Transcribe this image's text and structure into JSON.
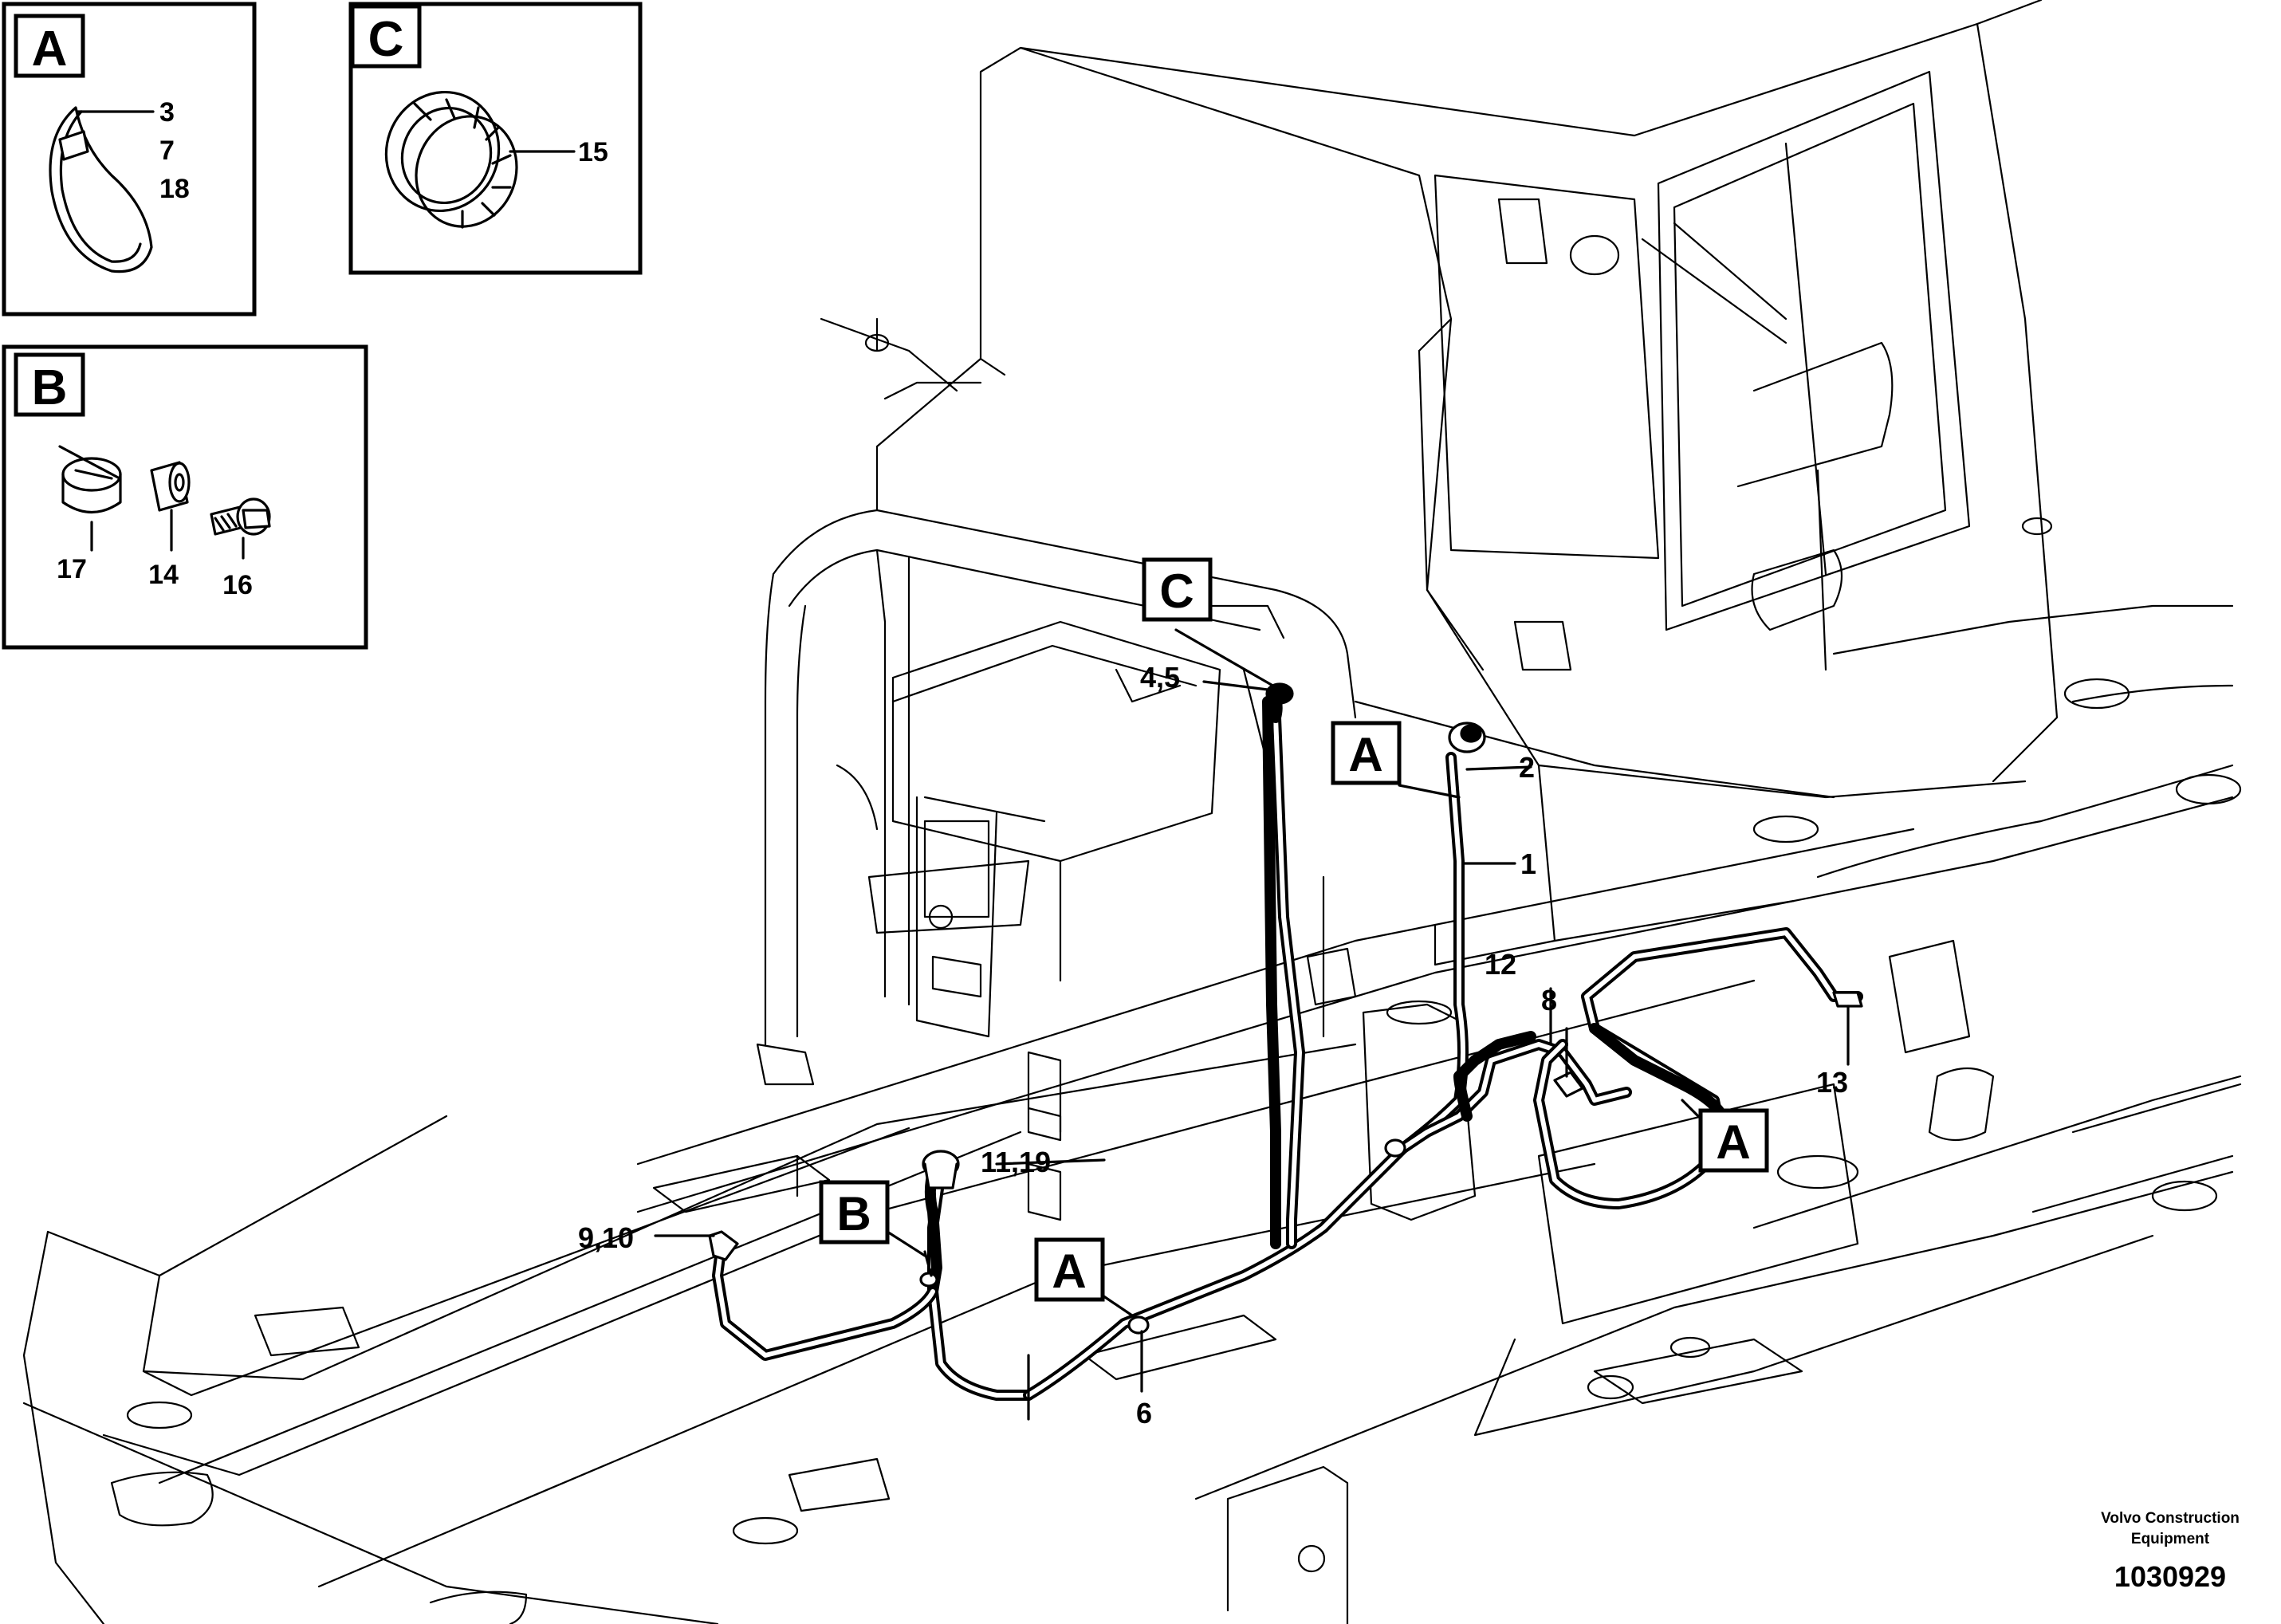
{
  "detail_boxes": {
    "a": {
      "letter": "A",
      "parts": [
        "3",
        "7",
        "18"
      ]
    },
    "c": {
      "letter": "C",
      "parts": [
        "15"
      ]
    },
    "b": {
      "letter": "B",
      "parts": [
        "17",
        "14",
        "16"
      ]
    }
  },
  "callouts": {
    "c_marker": "C",
    "a_marker_upper": "A",
    "a_marker_right": "A",
    "a_marker_lower": "A",
    "b_marker": "B",
    "p1": "1",
    "p2": "2",
    "p4_5": "4,5",
    "p6": "6",
    "p8": "8",
    "p9_10": "9,10",
    "p11_19": "11,19",
    "p12": "12",
    "p13": "13"
  },
  "footer": {
    "company_line1": "Volvo Construction",
    "company_line2": "Equipment",
    "drawing_number": "1030929"
  }
}
